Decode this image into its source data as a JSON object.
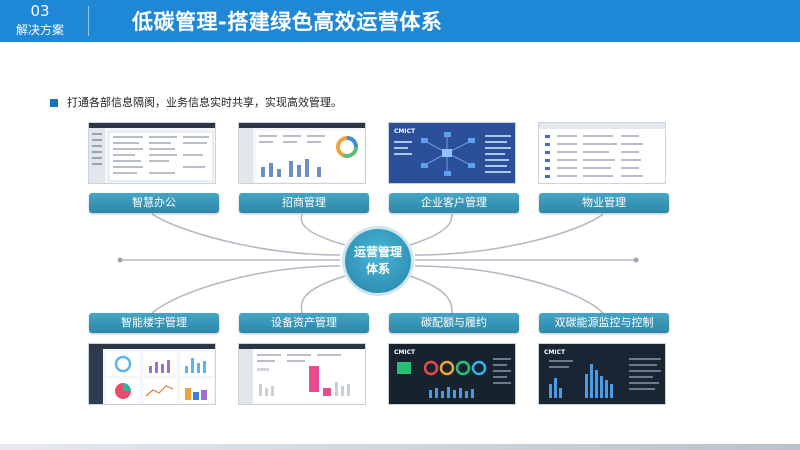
{
  "header": {
    "section_number": "03",
    "section_name": "解决方案",
    "title": "低碳管理-搭建绿色高效运营体系"
  },
  "intro_text": "打通各部信息隔阂，业务信息实时共享，实现高效管理。",
  "center": {
    "line1": "运营管理",
    "line2": "体系"
  },
  "top_modules": [
    {
      "label": "智慧办公",
      "theme": "light-table"
    },
    {
      "label": "招商管理",
      "theme": "light-chart"
    },
    {
      "label": "企业客户管理",
      "theme": "blue-diagram",
      "brand": "CMICT"
    },
    {
      "label": "物业管理",
      "theme": "light-list"
    }
  ],
  "bottom_modules": [
    {
      "label": "智能楼宇管理",
      "theme": "light-dashboard"
    },
    {
      "label": "设备资产管理",
      "theme": "light-bars"
    },
    {
      "label": "碳配额与履约",
      "theme": "dark-gauges",
      "brand": "CMICT"
    },
    {
      "label": "双碳能源监控与控制",
      "theme": "dark-bars",
      "brand": "CMICT"
    }
  ],
  "colors": {
    "header_bg": "#1e88d6",
    "label_bg": "#3498bb",
    "connector": "#b0b8c2",
    "bullet": "#1d6fb8"
  }
}
